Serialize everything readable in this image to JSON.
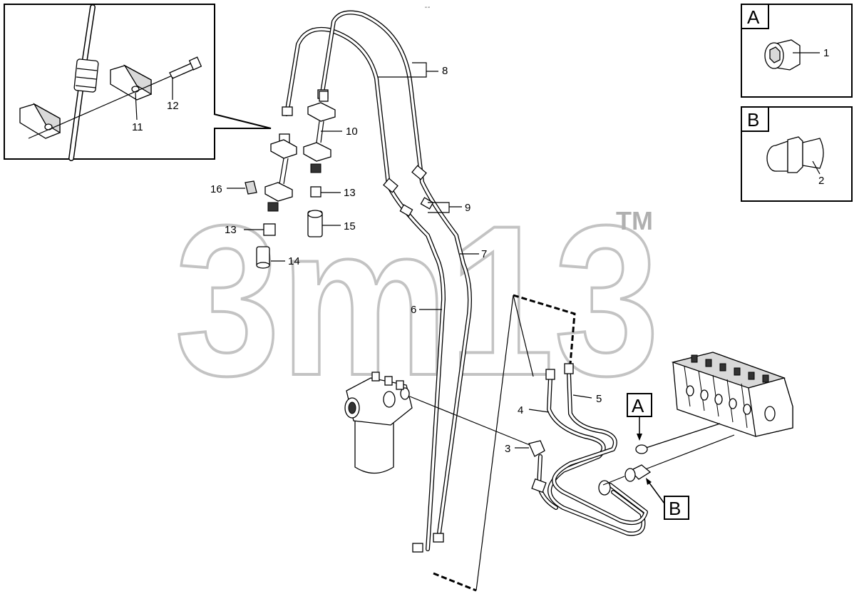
{
  "header": {
    "code": "′″ ‴"
  },
  "watermark": {
    "text": "3m13",
    "trademark": "TM",
    "color": "#bdbdbd"
  },
  "detail_boxes": [
    {
      "letter": "A",
      "callout": "1"
    },
    {
      "letter": "B",
      "callout": "2"
    }
  ],
  "callouts": {
    "c1": "1",
    "c2": "2",
    "c3": "3",
    "c4": "4",
    "c5": "5",
    "c6": "6",
    "c7": "7",
    "c8": "8",
    "c9": "9",
    "c10": "10",
    "c11": "11",
    "c12": "12",
    "c13a": "13",
    "c13b": "13",
    "c14": "14",
    "c15": "15",
    "c16": "16"
  },
  "view_markers": [
    {
      "letter": "A"
    },
    {
      "letter": "B"
    }
  ]
}
